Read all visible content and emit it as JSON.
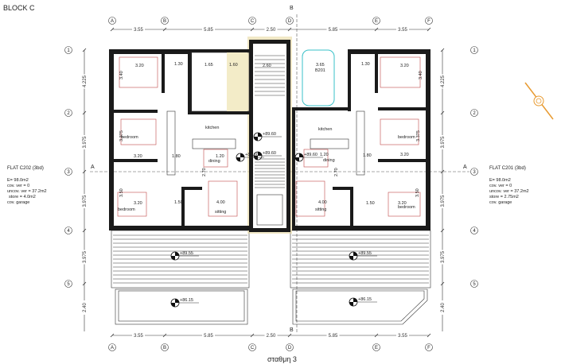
{
  "title": "BLOCK C",
  "caption": "σταθμη 3",
  "colors": {
    "wall": "#1a1a1a",
    "furniture": "#c04848",
    "car": "#38c0c8",
    "stair_hatch": "#e8d9a0",
    "compass": "#e89a30"
  },
  "grid_columns": [
    "A",
    "B",
    "C",
    "D",
    "E",
    "F"
  ],
  "grid_rows": [
    "1",
    "2",
    "3",
    "4",
    "5"
  ],
  "column_spacings": [
    "3.55",
    "5.85",
    "2.50",
    "5.85",
    "3.55"
  ],
  "row_spacings": [
    "4.225",
    "3.975",
    "3.975",
    "3.975",
    "2.40"
  ],
  "section_marks": {
    "a": "A",
    "b": "B"
  },
  "flats": [
    {
      "name": "FLAT C202",
      "type": "(3bd)",
      "lines": [
        "E= 98.0m2",
        "cov. ver = 0",
        "uncov. ver = 37.2m2",
        "store = 4.0m2",
        "cov. garage"
      ]
    },
    {
      "name": "FLAT C201",
      "type": "(3bd)",
      "lines": [
        "E= 98.0m2",
        "cov. ver = 0",
        "uncov. ver = 37.2m2",
        "store = 2.75m2",
        "cov. garage"
      ]
    }
  ],
  "rooms": {
    "bedroom": "bedroom",
    "kitchen": "kitchen",
    "dining": "dining",
    "sitting": "sitting",
    "garage": "B201"
  },
  "room_dims": {
    "d320": "3.20",
    "d340": "3.40",
    "d3375": "3.375",
    "d350": "3.50",
    "d180": "1.80",
    "d165": "1.65",
    "d160": "1.60",
    "d150": "1.50",
    "d400": "4.00",
    "d270": "2.70",
    "d365": "3.65",
    "d260": "2.60",
    "d130": "1.30",
    "d120": "1.20"
  },
  "levels": {
    "l8960": "+89.60",
    "l8955": "+89.55",
    "l8615": "+86.15"
  }
}
